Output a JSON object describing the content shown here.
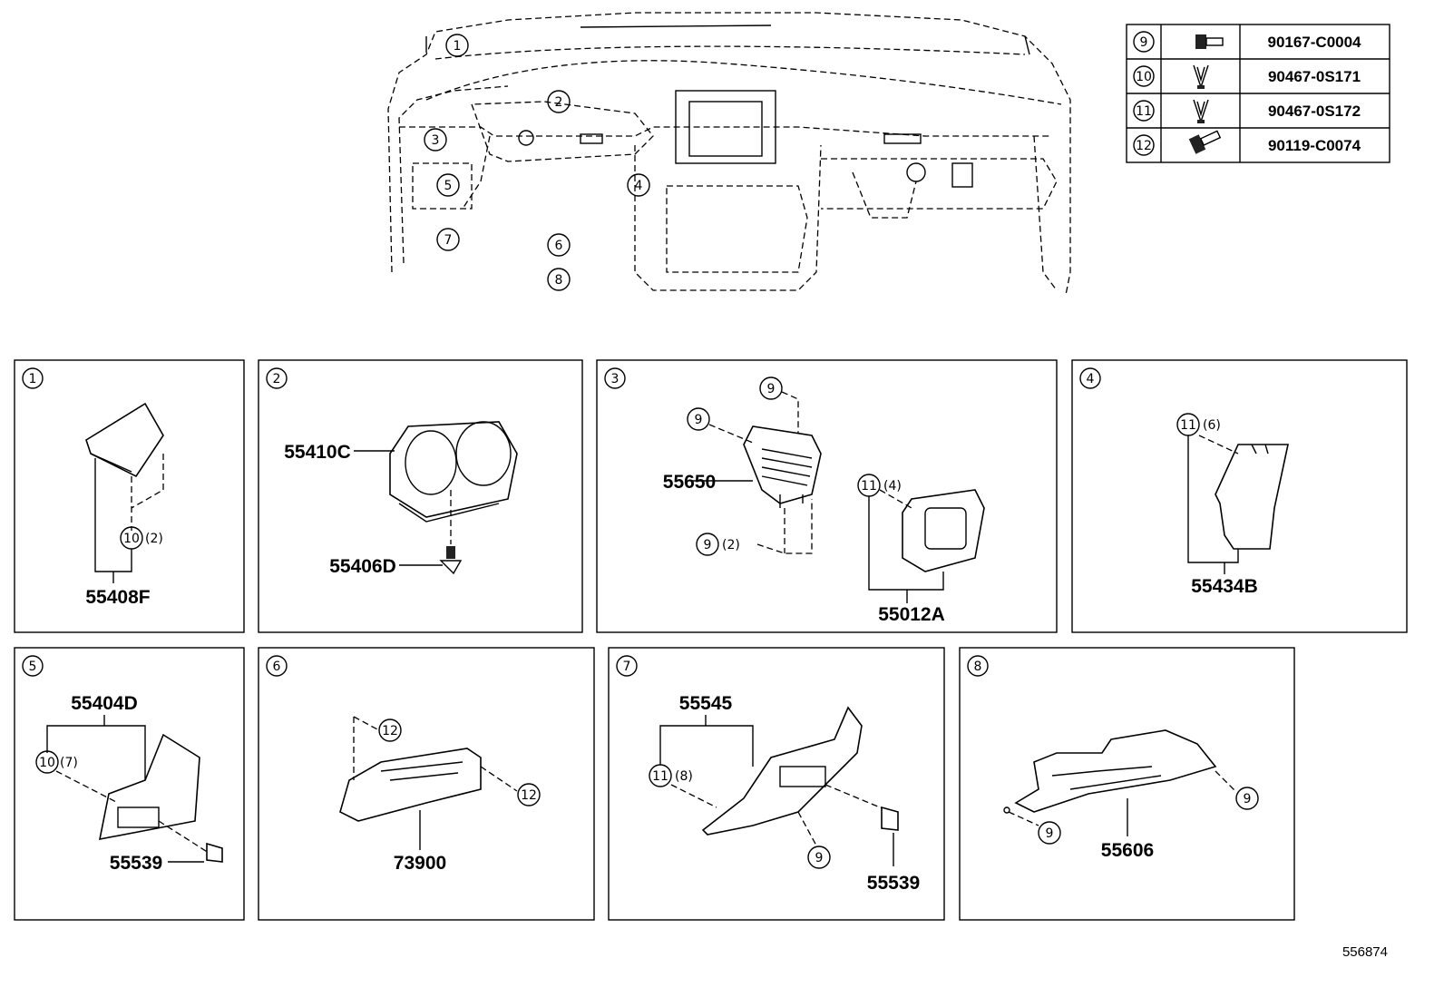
{
  "overview": {
    "callouts": [
      "1",
      "2",
      "3",
      "4",
      "5",
      "6",
      "7",
      "8"
    ]
  },
  "fastener_table": [
    {
      "key": "9",
      "part_no": "90167-C0004",
      "icon": "bolt-icon"
    },
    {
      "key": "10",
      "part_no": "90467-0S171",
      "icon": "clip-icon"
    },
    {
      "key": "11",
      "part_no": "90467-0S172",
      "icon": "clip-icon"
    },
    {
      "key": "12",
      "part_no": "90119-C0074",
      "icon": "bolt-icon"
    }
  ],
  "panels": [
    {
      "id": "1",
      "parts": [
        "55408F"
      ],
      "refs": [
        {
          "key": "10",
          "qty": "(2)"
        }
      ]
    },
    {
      "id": "2",
      "parts": [
        "55410C",
        "55406D"
      ],
      "refs": []
    },
    {
      "id": "3",
      "parts": [
        "55650",
        "55012A"
      ],
      "refs": [
        {
          "key": "9",
          "qty": ""
        },
        {
          "key": "9",
          "qty": ""
        },
        {
          "key": "9",
          "qty": "(2)"
        },
        {
          "key": "11",
          "qty": "(4)"
        }
      ]
    },
    {
      "id": "4",
      "parts": [
        "55434B"
      ],
      "refs": [
        {
          "key": "11",
          "qty": "(6)"
        }
      ]
    },
    {
      "id": "5",
      "parts": [
        "55404D",
        "55539"
      ],
      "refs": [
        {
          "key": "10",
          "qty": "(7)"
        }
      ]
    },
    {
      "id": "6",
      "parts": [
        "73900"
      ],
      "refs": [
        {
          "key": "12",
          "qty": ""
        },
        {
          "key": "12",
          "qty": ""
        }
      ]
    },
    {
      "id": "7",
      "parts": [
        "55545",
        "55539"
      ],
      "refs": [
        {
          "key": "11",
          "qty": "(8)"
        },
        {
          "key": "9",
          "qty": ""
        }
      ]
    },
    {
      "id": "8",
      "parts": [
        "55606"
      ],
      "refs": [
        {
          "key": "9",
          "qty": ""
        },
        {
          "key": "9",
          "qty": ""
        }
      ]
    }
  ],
  "diagram_ref": "556874"
}
